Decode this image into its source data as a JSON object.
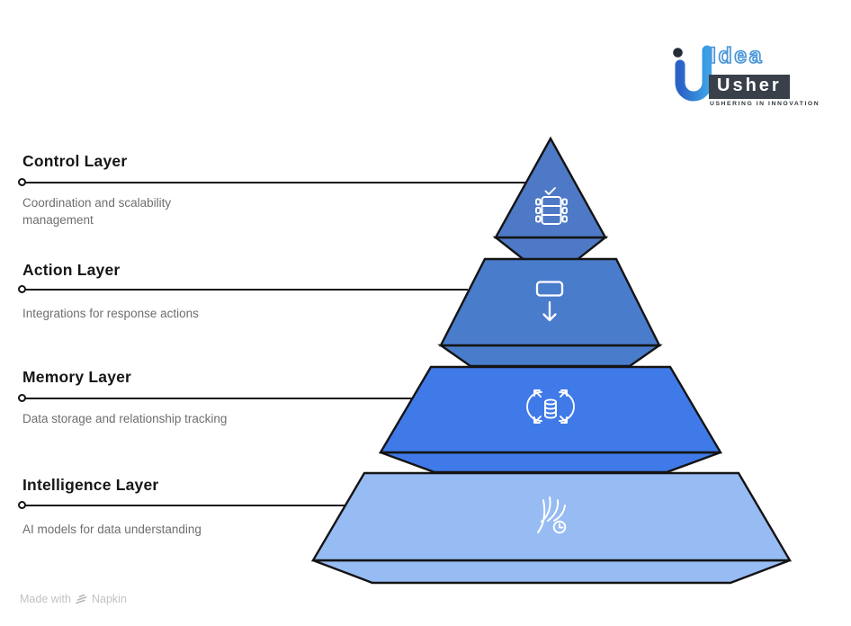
{
  "canvas": {
    "background": "#ffffff"
  },
  "logo": {
    "brand_top": "Idea",
    "brand_bottom": "Usher",
    "tagline": "USHERING IN INNOVATION",
    "mark_color_start": "#2a63c6",
    "mark_color_end": "#3da0e6",
    "dot_color": "#262b38",
    "box_color": "#394049",
    "idea_outline_color": "#4795d8"
  },
  "pyramid": {
    "outline_color": "#141414",
    "icon_color": "#ffffff",
    "layers": [
      {
        "title": "Control Layer",
        "description": "Coordination and scalability management",
        "icon": "checklist-panel-icon",
        "color": "#4e79c6"
      },
      {
        "title": "Action Layer",
        "description": "Integrations for response actions",
        "icon": "output-down-arrow-icon",
        "color": "#4a7ccc"
      },
      {
        "title": "Memory Layer",
        "description": "Data storage and relationship tracking",
        "icon": "database-expand-icon",
        "color": "#3f7ae8"
      },
      {
        "title": "Intelligence Layer",
        "description": "AI models for data understanding",
        "icon": "flow-clock-icon",
        "color": "#97bbf3"
      }
    ]
  },
  "footer": {
    "made_with": "Made with",
    "brand": "Napkin"
  }
}
